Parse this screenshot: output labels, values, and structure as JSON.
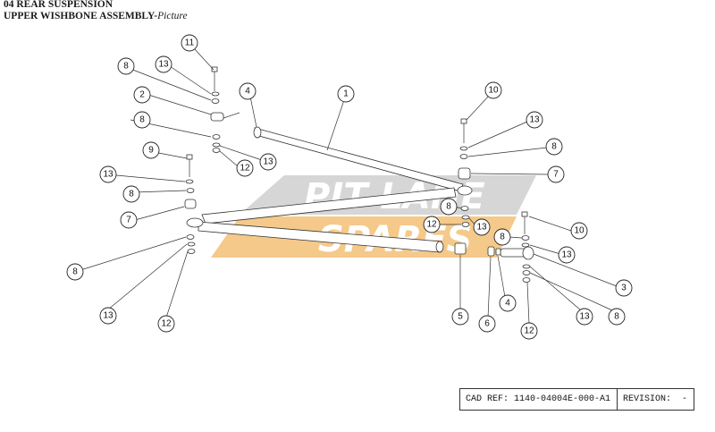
{
  "header": {
    "line1": "04 REAR SUSPENSION",
    "line2_main": "UPPER WISHBONE ASSEMBLY-",
    "line2_suffix": "Picture"
  },
  "watermark": {
    "word1": "PIT LANE",
    "word2": "SPARES",
    "grey": "#d2d2d2",
    "orange": "#f3c27a"
  },
  "callouts": [
    "11",
    "13",
    "8",
    "2",
    "4",
    "1",
    "8",
    "13",
    "12",
    "9",
    "13",
    "8",
    "7",
    "10",
    "13",
    "8",
    "7",
    "8",
    "12",
    "13",
    "10",
    "8",
    "13",
    "3",
    "8",
    "13",
    "12",
    "5",
    "6",
    "4",
    "13",
    "8",
    "12"
  ],
  "cad_block": {
    "ref_label": "CAD REF:",
    "ref_value": "1140-04004E-000-A1",
    "revision_label": "REVISION:",
    "revision_value": "-"
  }
}
